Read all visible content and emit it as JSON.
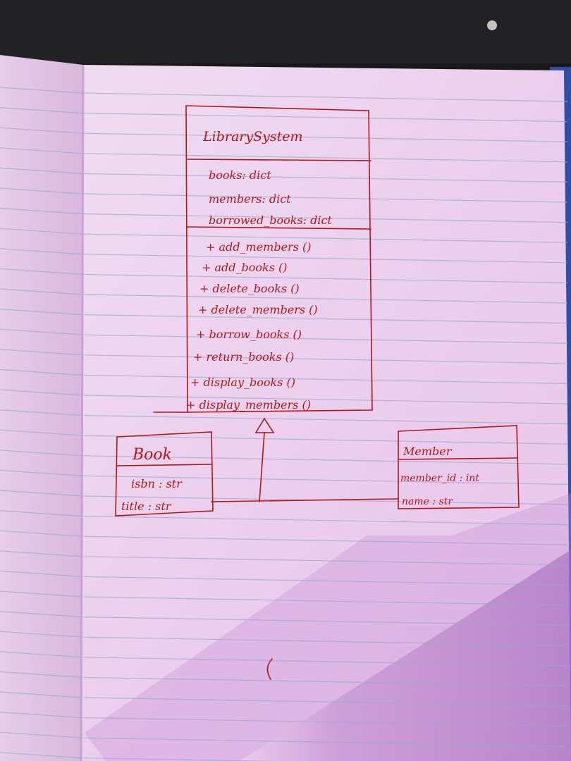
{
  "diagram": {
    "classes": [
      {
        "id": "library-system",
        "name": "LibrarySystem",
        "attributes": [
          "books: dict",
          "members: dict",
          "borrowed_books: dict"
        ],
        "methods": [
          "+ add_members ()",
          "+ add_books ()",
          "+ delete_books ()",
          "+ delete_members ()",
          "+ borrow_books ()",
          "+ return_books ()",
          "+ display_books ()",
          "+ display_members ()"
        ]
      },
      {
        "id": "book",
        "name": "Book",
        "attributes": [
          "isbn : str",
          "title : str"
        ]
      },
      {
        "id": "member",
        "name": "Member",
        "attributes": [
          "member_id : int",
          "name : str"
        ]
      }
    ],
    "relationships": [
      {
        "type": "generalization",
        "from": "Book",
        "to": "LibrarySystem"
      },
      {
        "type": "generalization",
        "from": "Member",
        "to": "LibrarySystem"
      }
    ]
  },
  "colors": {
    "ink": "#b01818",
    "paper": "#ecd2ee",
    "paper_shadow": "#c88ad6",
    "rule_line": "#9aa8cc",
    "background": "#1a1a1a"
  }
}
